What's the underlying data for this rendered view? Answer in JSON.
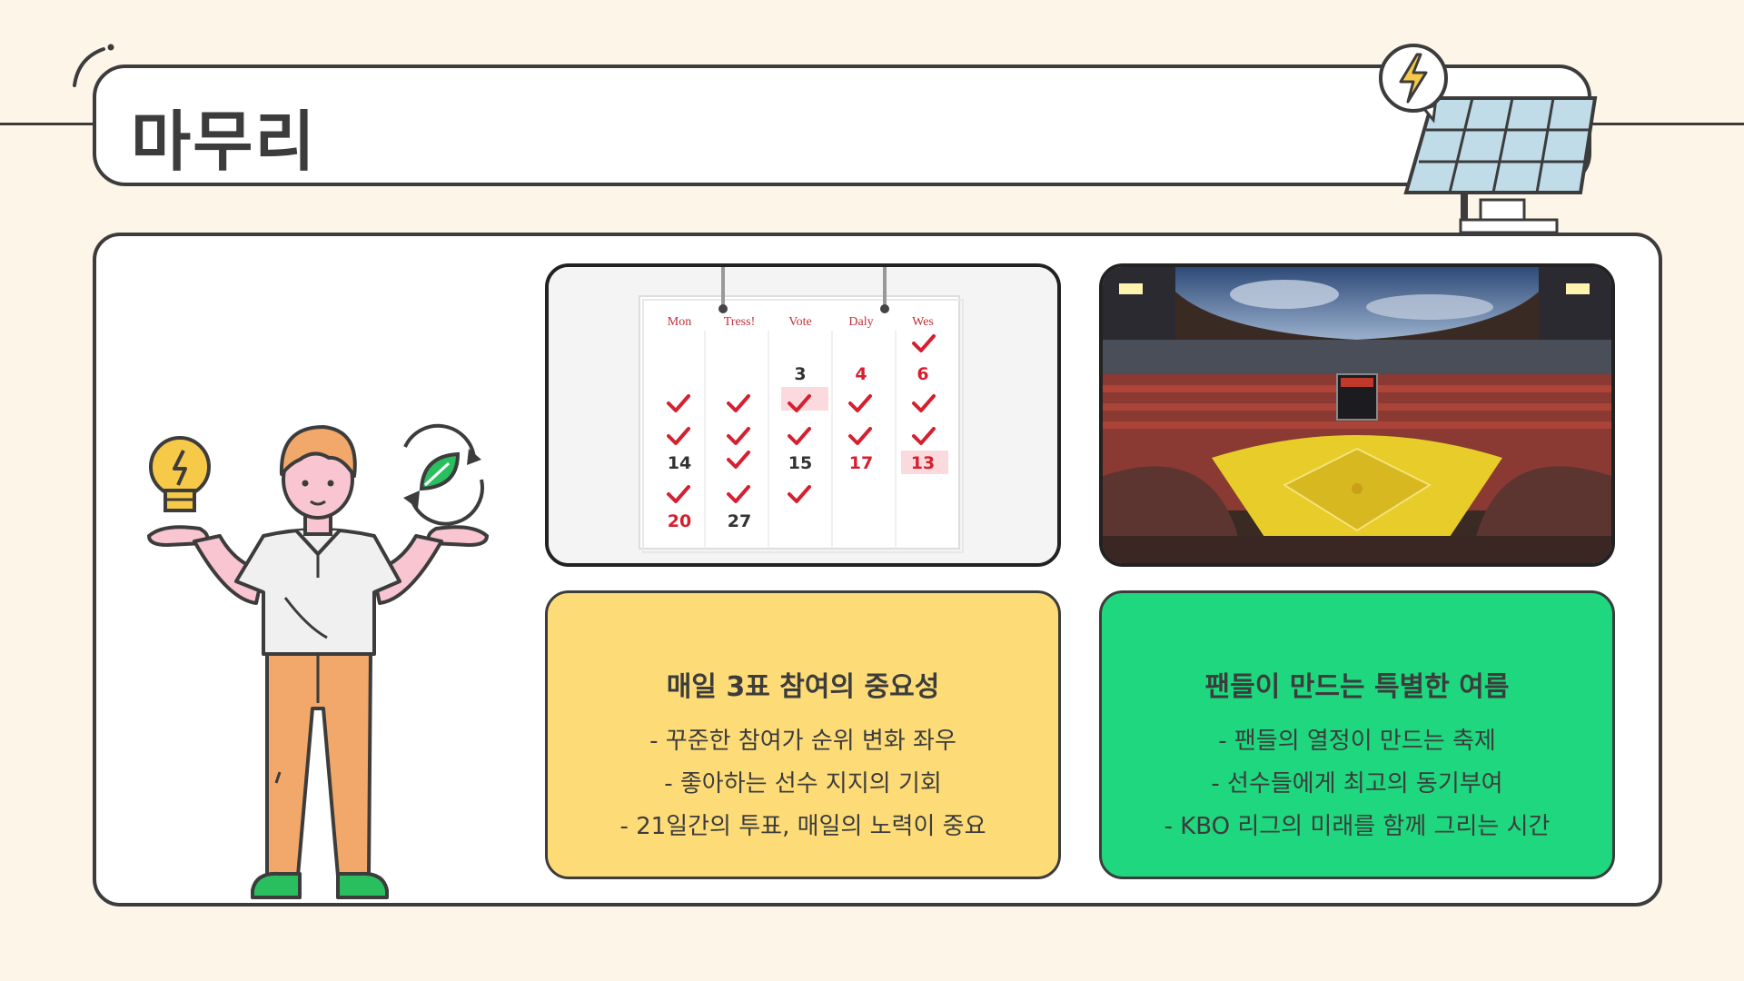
{
  "title": "마무리",
  "calendar": {
    "days": [
      "Mon",
      "Tress!",
      "Vote",
      "Daly",
      "Wes"
    ],
    "numbers": [
      "3",
      "4",
      "6",
      "14",
      "15",
      "17",
      "13",
      "20",
      "27"
    ]
  },
  "card_left": {
    "heading": "매일 3표 참여의 중요성",
    "lines": [
      "- 꾸준한 참여가 순위 변화 좌우",
      "- 좋아하는 선수 지지의 기회",
      "- 21일간의 투표, 매일의 노력이 중요"
    ],
    "bg": "#FDDC78"
  },
  "card_right": {
    "heading": "팬들이 만드는 특별한 여름",
    "lines": [
      "- 팬들의 열정이 만드는 축제",
      "- 선수들에게 최고의 동기부여",
      "- KBO 리그의 미래를 함께 그리는 시간"
    ],
    "bg": "#1ED77E"
  },
  "colors": {
    "background": "#FDF5E8",
    "outline": "#3c3c3c",
    "check_red": "#D42030"
  },
  "icons": [
    "lightning-icon",
    "solar-panel-icon",
    "lightbulb-icon",
    "leaf-recycle-icon"
  ]
}
